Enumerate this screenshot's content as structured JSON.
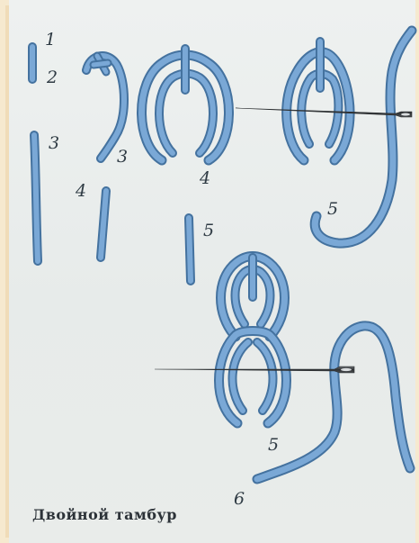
{
  "caption": "Двойной тамбур",
  "labels": {
    "l1": "1",
    "l2": "2",
    "l3a": "3",
    "l3b": "3",
    "l4a": "4",
    "l4b": "4",
    "l5a": "5",
    "l5b": "5",
    "l5c": "5",
    "l6": "6"
  },
  "colors": {
    "thread": "#6e9fd1",
    "thread_dark": "#44729f",
    "needle": "#3a3d40",
    "paper": "#eceff0",
    "border": "#f0dcb8"
  }
}
